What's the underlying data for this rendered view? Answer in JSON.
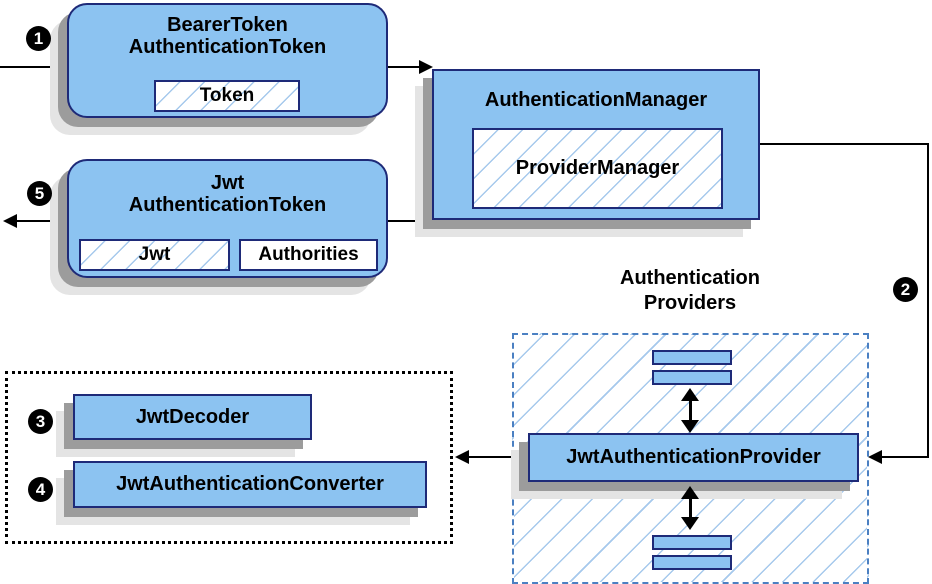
{
  "colors": {
    "node_fill": "#8cc3f1",
    "node_border": "#1e2a78",
    "hatch_line": "#a6c9ec",
    "providers_dash_border": "#4b80c2",
    "shadow_dark": "#9c9c9c",
    "shadow_light": "#e4e4e4",
    "line": "#000000"
  },
  "markers": {
    "one": "1",
    "two": "2",
    "three": "3",
    "four": "4",
    "five": "5"
  },
  "nodes": {
    "bearer_token": {
      "title": [
        "BearerToken",
        "AuthenticationToken"
      ],
      "chip": "Token"
    },
    "authentication_manager": {
      "title": "AuthenticationManager",
      "chip": "ProviderManager"
    },
    "jwt_token": {
      "title": [
        "Jwt",
        "AuthenticationToken"
      ],
      "chips": [
        "Jwt",
        "Authorities"
      ]
    },
    "providers": {
      "label": [
        "Authentication",
        "Providers"
      ],
      "provider": "JwtAuthenticationProvider"
    },
    "resolvers": {
      "decoder": "JwtDecoder",
      "converter": "JwtAuthenticationConverter"
    }
  }
}
